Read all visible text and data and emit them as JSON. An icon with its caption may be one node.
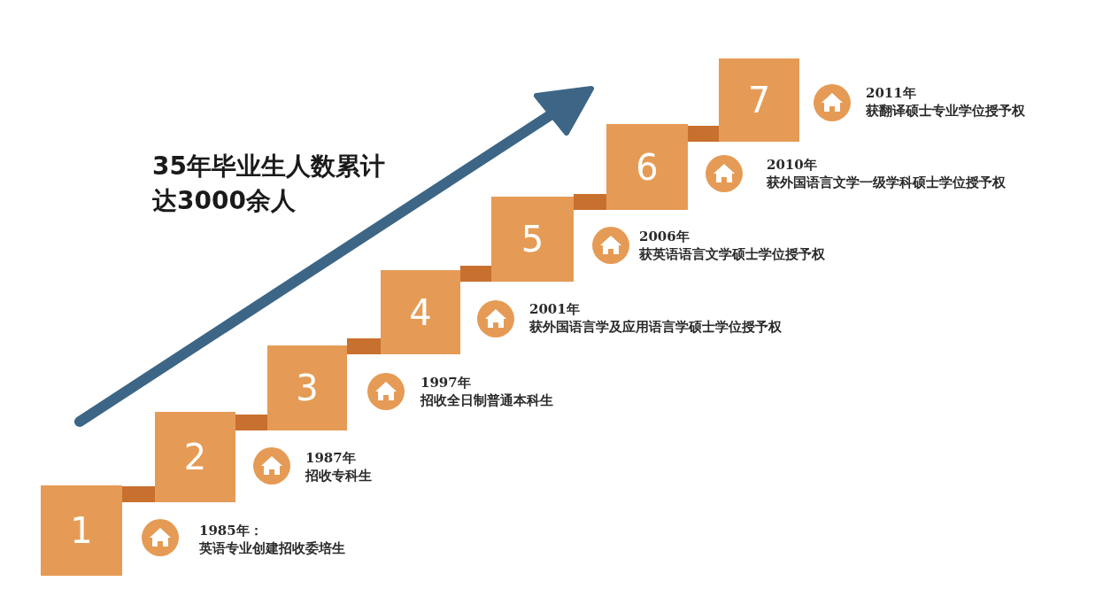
{
  "diagram": {
    "title": "35年毕业生人数累计达3000余人",
    "nodes": [
      {
        "text": [
          "1"
        ],
        "beside": [
          "1985年：",
          "英语专业创建招收委培生"
        ]
      },
      {
        "text": [
          "2"
        ],
        "beside": [
          "1987年",
          "招收专科生"
        ]
      },
      {
        "text": [
          "3"
        ],
        "beside": [
          "1997年",
          "招收全日制普通本科生"
        ]
      },
      {
        "text": [
          "4"
        ],
        "beside": [
          "2001年",
          "获外国语言学及应用语言学硕士学位授予权"
        ]
      },
      {
        "text": [
          "5"
        ],
        "beside": [
          "2006年",
          "获英语语言文学硕士学位授予权"
        ]
      },
      {
        "text": [
          "6"
        ],
        "beside": [
          "2010年",
          "获外国语言文学一级学科硕士学位授予权"
        ]
      },
      {
        "text": [
          "7"
        ],
        "beside": [
          "2011年",
          "获翻译硕士专业学位授予权"
        ]
      }
    ],
    "edges": [
      {
        "from": 0,
        "to": 1,
        "arrow": "none"
      },
      {
        "from": 1,
        "to": 2,
        "arrow": "none"
      },
      {
        "from": 2,
        "to": 3,
        "arrow": "none"
      },
      {
        "from": 3,
        "to": 4,
        "arrow": "none"
      },
      {
        "from": 4,
        "to": 5,
        "arrow": "none"
      },
      {
        "from": 5,
        "to": 6,
        "arrow": "none"
      }
    ]
  }
}
